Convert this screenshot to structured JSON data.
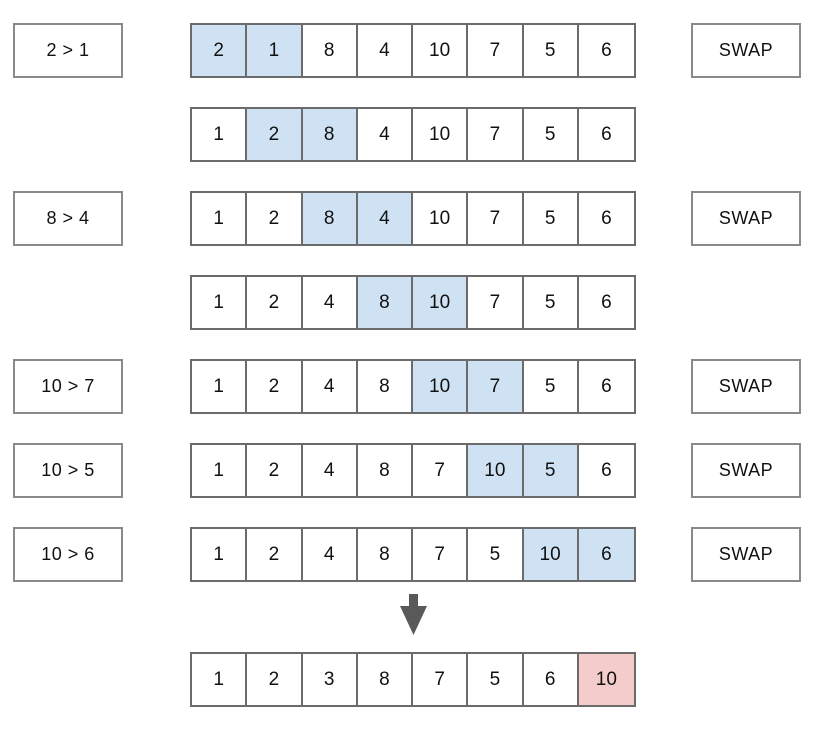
{
  "colors": {
    "compare_highlight": "#cfe2f3",
    "sorted_highlight": "#f4cccc",
    "box_border": "#8a8a8a",
    "grid_border": "#6b6b6b",
    "arrow": "#595959"
  },
  "steps": [
    {
      "label": "2 > 1",
      "cells": [
        "2",
        "1",
        "8",
        "4",
        "10",
        "7",
        "5",
        "6"
      ],
      "highlight": [
        0,
        1
      ],
      "badge": "SWAP"
    },
    {
      "label": null,
      "cells": [
        "1",
        "2",
        "8",
        "4",
        "10",
        "7",
        "5",
        "6"
      ],
      "highlight": [
        1,
        2
      ],
      "badge": null
    },
    {
      "label": "8 > 4",
      "cells": [
        "1",
        "2",
        "8",
        "4",
        "10",
        "7",
        "5",
        "6"
      ],
      "highlight": [
        2,
        3
      ],
      "badge": "SWAP"
    },
    {
      "label": null,
      "cells": [
        "1",
        "2",
        "4",
        "8",
        "10",
        "7",
        "5",
        "6"
      ],
      "highlight": [
        3,
        4
      ],
      "badge": null
    },
    {
      "label": "10 > 7",
      "cells": [
        "1",
        "2",
        "4",
        "8",
        "10",
        "7",
        "5",
        "6"
      ],
      "highlight": [
        4,
        5
      ],
      "badge": "SWAP"
    },
    {
      "label": "10 > 5",
      "cells": [
        "1",
        "2",
        "4",
        "8",
        "7",
        "10",
        "5",
        "6"
      ],
      "highlight": [
        5,
        6
      ],
      "badge": "SWAP"
    },
    {
      "label": "10 > 6",
      "cells": [
        "1",
        "2",
        "4",
        "8",
        "7",
        "5",
        "10",
        "6"
      ],
      "highlight": [
        6,
        7
      ],
      "badge": "SWAP"
    }
  ],
  "result": {
    "cells": [
      "1",
      "2",
      "3",
      "8",
      "7",
      "5",
      "6",
      "10"
    ],
    "highlight": [
      7
    ]
  }
}
